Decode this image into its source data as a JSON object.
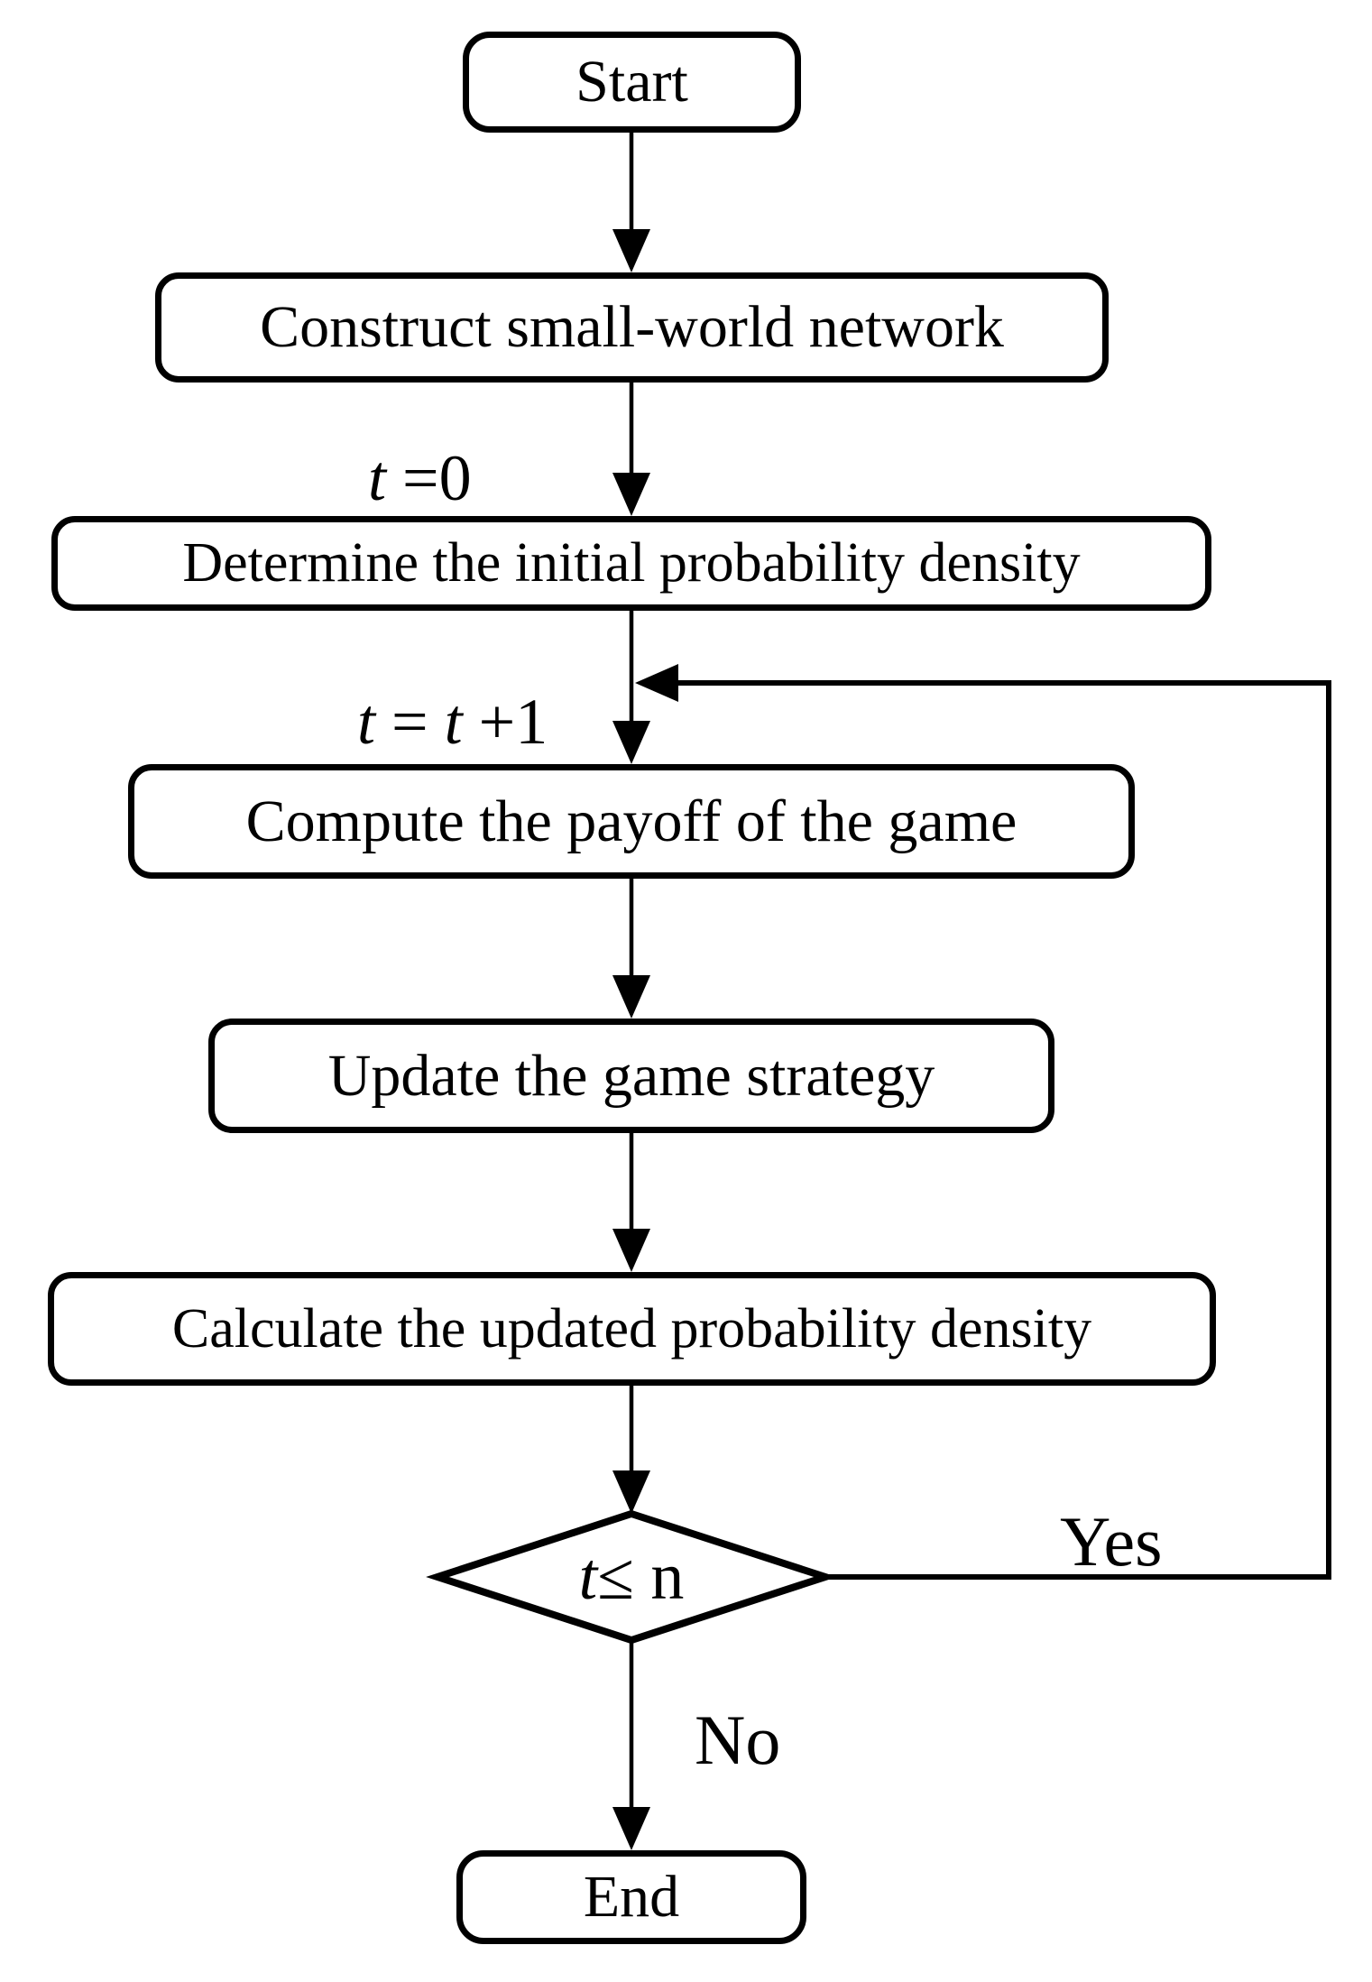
{
  "colors": {
    "ink": "#000000",
    "paper": "#ffffff"
  },
  "nodes": {
    "start": {
      "type": "terminator",
      "label": "Start"
    },
    "construct": {
      "type": "process",
      "label": "Construct small-world network"
    },
    "determine": {
      "type": "process",
      "label": "Determine the initial probability density"
    },
    "compute": {
      "type": "process",
      "label": "Compute the payoff of the game"
    },
    "update": {
      "type": "process",
      "label": "Update the game strategy"
    },
    "calculate": {
      "type": "process",
      "label": "Calculate the updated probability density"
    },
    "decision": {
      "type": "decision",
      "var": "t",
      "rest": " ≤ n"
    },
    "end": {
      "type": "terminator",
      "label": "End"
    }
  },
  "edge_labels": {
    "t_init": {
      "var": "t",
      "rest": " =0"
    },
    "t_step": {
      "var1": "t",
      "mid": " = ",
      "var2": "t",
      "rest": " +1"
    },
    "yes": "Yes",
    "no": "No"
  }
}
